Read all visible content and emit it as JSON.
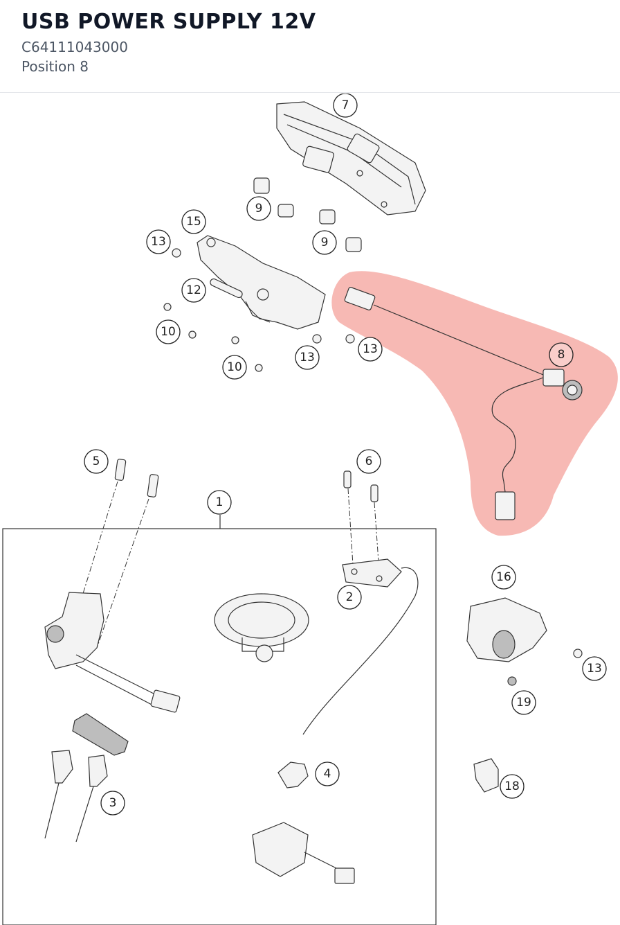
{
  "header": {
    "title": "USB POWER SUPPLY 12V",
    "part_number": "C64111043000",
    "position": "Position 8"
  },
  "diagram": {
    "highlight_color": "#f28b82",
    "highlighted_position": "8",
    "callouts": [
      "7",
      "9",
      "9",
      "15",
      "13",
      "12",
      "10",
      "10",
      "13",
      "13",
      "8",
      "5",
      "6",
      "1",
      "2",
      "16",
      "13",
      "19",
      "4",
      "3",
      "18"
    ]
  }
}
